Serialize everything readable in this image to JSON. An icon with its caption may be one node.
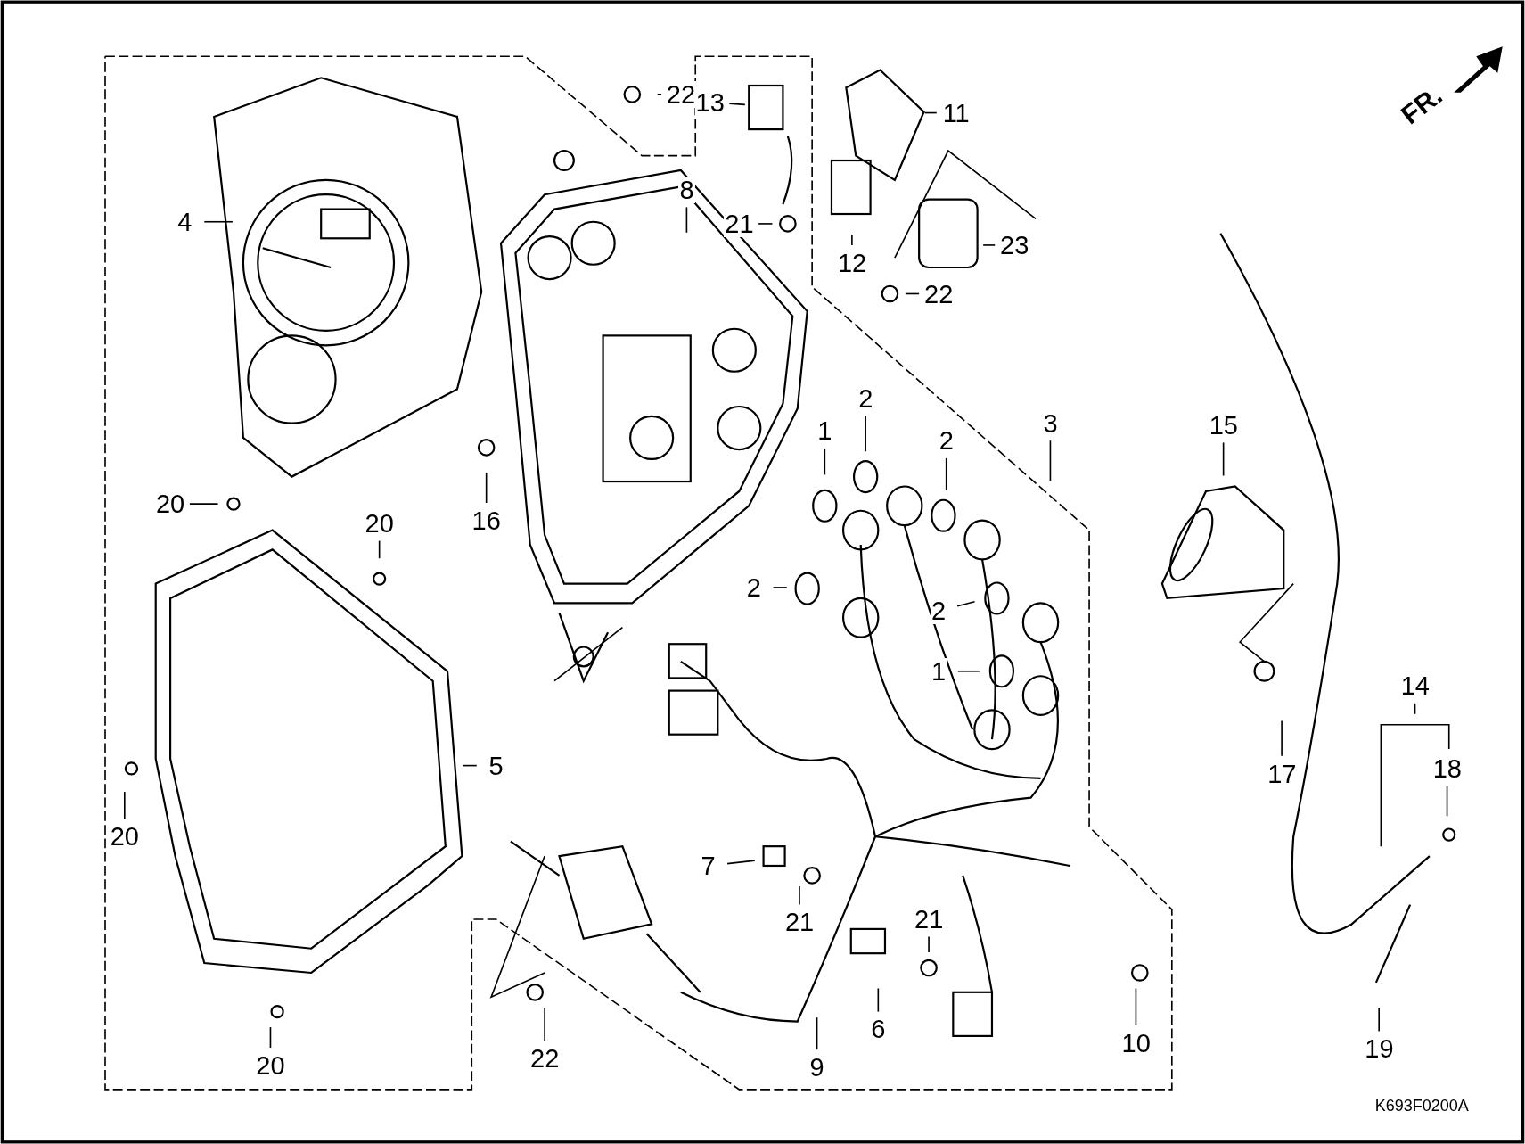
{
  "diagram": {
    "nodes": [
      {
        "text": [
          "22"
        ]
      },
      {
        "text": [
          "13"
        ]
      },
      {
        "text": [
          "11"
        ]
      },
      {
        "text": [
          "8"
        ]
      },
      {
        "text": [
          "21"
        ]
      },
      {
        "text": [
          "4"
        ]
      },
      {
        "text": [
          "12"
        ]
      },
      {
        "text": [
          "23"
        ]
      },
      {
        "text": [
          "22"
        ]
      },
      {
        "text": [
          "16"
        ]
      },
      {
        "text": [
          "2"
        ]
      },
      {
        "text": [
          "1"
        ]
      },
      {
        "text": [
          "2"
        ]
      },
      {
        "text": [
          "3"
        ]
      },
      {
        "text": [
          "15"
        ]
      },
      {
        "text": [
          "20"
        ]
      },
      {
        "text": [
          "20"
        ]
      },
      {
        "text": [
          "2"
        ]
      },
      {
        "text": [
          "2"
        ]
      },
      {
        "text": [
          "1"
        ]
      },
      {
        "text": [
          "14"
        ]
      },
      {
        "text": [
          "5"
        ]
      },
      {
        "text": [
          "18"
        ]
      },
      {
        "text": [
          "17"
        ]
      },
      {
        "text": [
          "20"
        ]
      },
      {
        "text": [
          "7"
        ]
      },
      {
        "text": [
          "21"
        ]
      },
      {
        "text": [
          "21"
        ]
      },
      {
        "text": [
          "6"
        ]
      },
      {
        "text": [
          "10"
        ]
      },
      {
        "text": [
          "9"
        ]
      },
      {
        "text": [
          "22"
        ]
      },
      {
        "text": [
          "20"
        ]
      },
      {
        "text": [
          "19"
        ]
      }
    ],
    "edges": [
      {
        "from": 0,
        "to": null,
        "arrow": "none"
      },
      {
        "from": 1,
        "to": null,
        "arrow": "none"
      },
      {
        "from": 2,
        "to": null,
        "arrow": "none"
      },
      {
        "from": 3,
        "to": null,
        "arrow": "none"
      },
      {
        "from": 4,
        "to": null,
        "arrow": "none"
      },
      {
        "from": 5,
        "to": null,
        "arrow": "none"
      },
      {
        "from": 6,
        "to": null,
        "arrow": "none"
      },
      {
        "from": 7,
        "to": null,
        "arrow": "none"
      },
      {
        "from": 8,
        "to": null,
        "arrow": "none"
      },
      {
        "from": 9,
        "to": null,
        "arrow": "none"
      },
      {
        "from": 10,
        "to": null,
        "arrow": "none"
      },
      {
        "from": 11,
        "to": null,
        "arrow": "none"
      },
      {
        "from": 12,
        "to": null,
        "arrow": "none"
      },
      {
        "from": 13,
        "to": null,
        "arrow": "none"
      },
      {
        "from": 14,
        "to": null,
        "arrow": "none"
      },
      {
        "from": 15,
        "to": null,
        "arrow": "none"
      },
      {
        "from": 16,
        "to": null,
        "arrow": "none"
      },
      {
        "from": 17,
        "to": null,
        "arrow": "none"
      },
      {
        "from": 18,
        "to": null,
        "arrow": "none"
      },
      {
        "from": 19,
        "to": null,
        "arrow": "none"
      },
      {
        "from": 20,
        "to": null,
        "arrow": "none"
      },
      {
        "from": 21,
        "to": null,
        "arrow": "none"
      },
      {
        "from": 22,
        "to": null,
        "arrow": "none"
      },
      {
        "from": 23,
        "to": null,
        "arrow": "none"
      },
      {
        "from": 24,
        "to": null,
        "arrow": "none"
      },
      {
        "from": 25,
        "to": null,
        "arrow": "none"
      },
      {
        "from": 26,
        "to": null,
        "arrow": "none"
      },
      {
        "from": 27,
        "to": null,
        "arrow": "none"
      },
      {
        "from": 28,
        "to": null,
        "arrow": "none"
      },
      {
        "from": 29,
        "to": null,
        "arrow": "none"
      },
      {
        "from": 30,
        "to": null,
        "arrow": "none"
      },
      {
        "from": 31,
        "to": null,
        "arrow": "none"
      },
      {
        "from": 32,
        "to": null,
        "arrow": "none"
      },
      {
        "from": 33,
        "to": null,
        "arrow": "none"
      }
    ],
    "labels": [
      "FR.",
      "K693F0200A"
    ]
  }
}
